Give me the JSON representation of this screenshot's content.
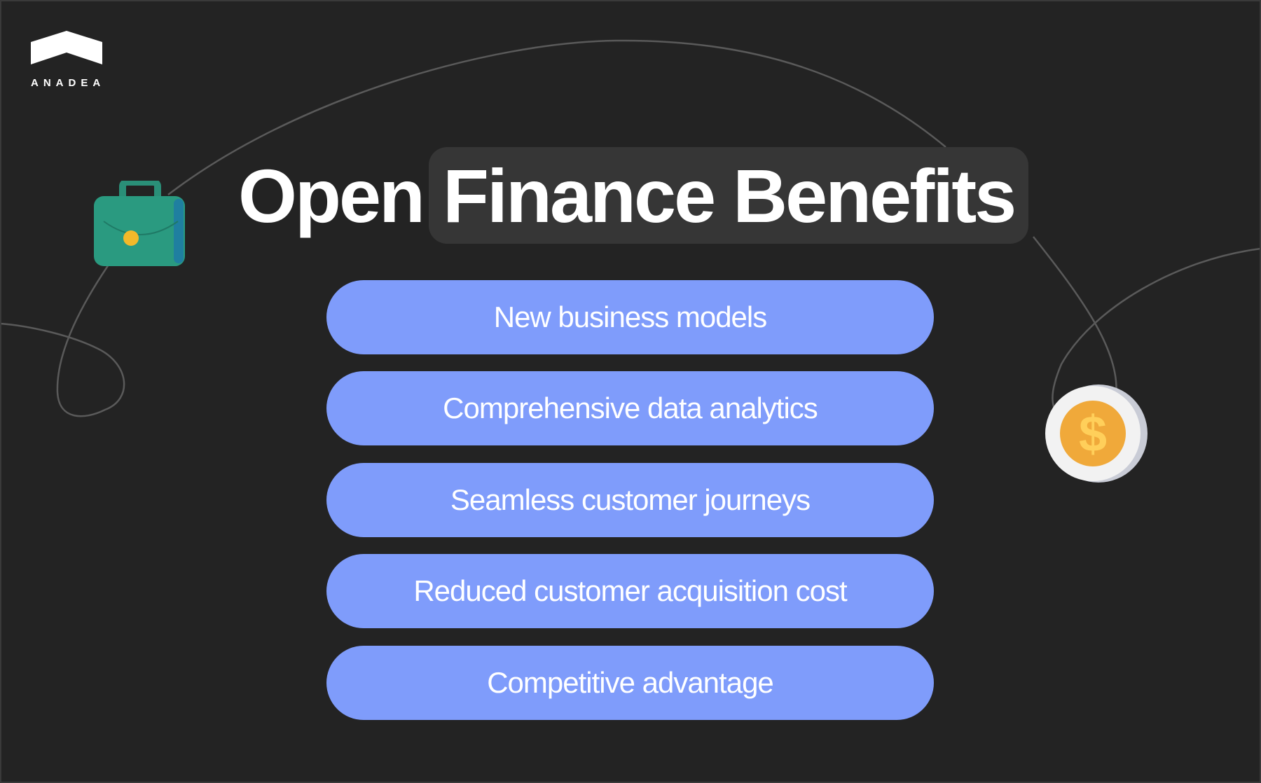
{
  "brand": {
    "name": "ANADEA",
    "logo_icon": "chevron-roof-logo"
  },
  "title": {
    "plain": "Open",
    "highlighted": "Finance Benefits"
  },
  "benefits": [
    {
      "label": "New business models"
    },
    {
      "label": "Comprehensive data analytics"
    },
    {
      "label": "Seamless customer journeys"
    },
    {
      "label": "Reduced customer acquisition cost"
    },
    {
      "label": "Competitive advantage"
    }
  ],
  "decorations": {
    "left_icon": "briefcase-icon",
    "right_icon": "dollar-coin-icon"
  },
  "colors": {
    "background": "#232323",
    "pill": "#7f9cfb",
    "title_box": "#363636",
    "text": "#ffffff",
    "curve": "#5a5a5a",
    "briefcase": "#2a9a80",
    "coin": "#f0a93a"
  }
}
